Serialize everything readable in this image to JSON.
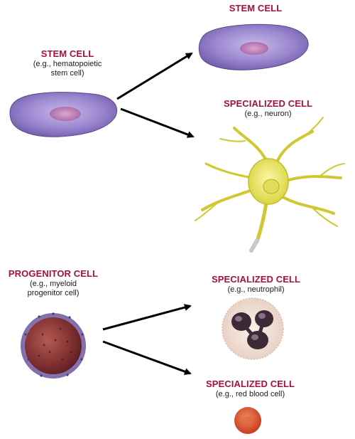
{
  "top_section": {
    "source": {
      "title": "STEM CELL",
      "sub1": "(e.g., hematopoietic",
      "sub2": "stem cell)"
    },
    "target_stem": {
      "title": "STEM CELL"
    },
    "target_specialized": {
      "title": "SPECIALIZED CELL",
      "sub1": "(e.g., neuron)"
    }
  },
  "bottom_section": {
    "source": {
      "title": "PROGENITOR CELL",
      "sub1": "(e.g., myeloid",
      "sub2": "progenitor cell)"
    },
    "target_neutrophil": {
      "title": "SPECIALIZED CELL",
      "sub1": "(e.g., neutrophil)"
    },
    "target_rbc": {
      "title": "SPECIALIZED CELL",
      "sub1": "(e.g., red blood cell)"
    }
  },
  "colors": {
    "title": "#a3123a",
    "stem_cell": "#8e7cc3",
    "neuron": "#e9e66a",
    "progenitor": "#8c3a3a",
    "neutrophil": "#f1e4dc",
    "red_blood_cell": "#d9502f"
  }
}
